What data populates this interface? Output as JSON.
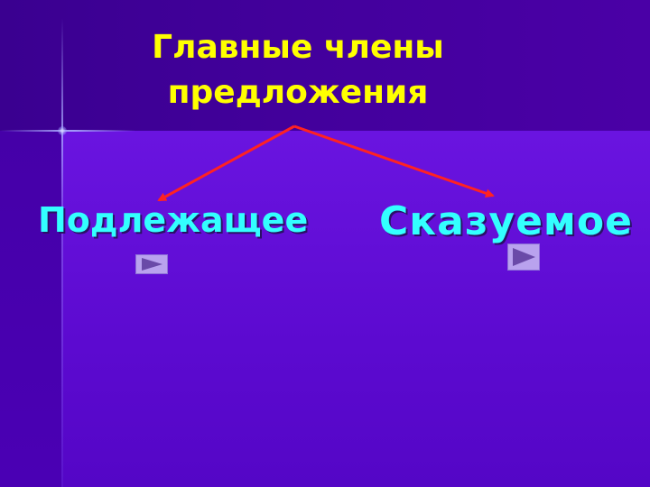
{
  "title": {
    "line1": "Главные члены",
    "line2": "предложения"
  },
  "nodes": {
    "subject": "Подлежащее",
    "predicate": "Сказуемое"
  },
  "colors": {
    "title": "#ffff00",
    "nodes": "#33ffff",
    "arrows": "#ff2222",
    "nav_button": "#b9a2ee",
    "nav_triangle": "#6a4aa8"
  },
  "icons": {
    "subject_button": "play-triangle-icon",
    "predicate_button": "play-triangle-icon"
  }
}
